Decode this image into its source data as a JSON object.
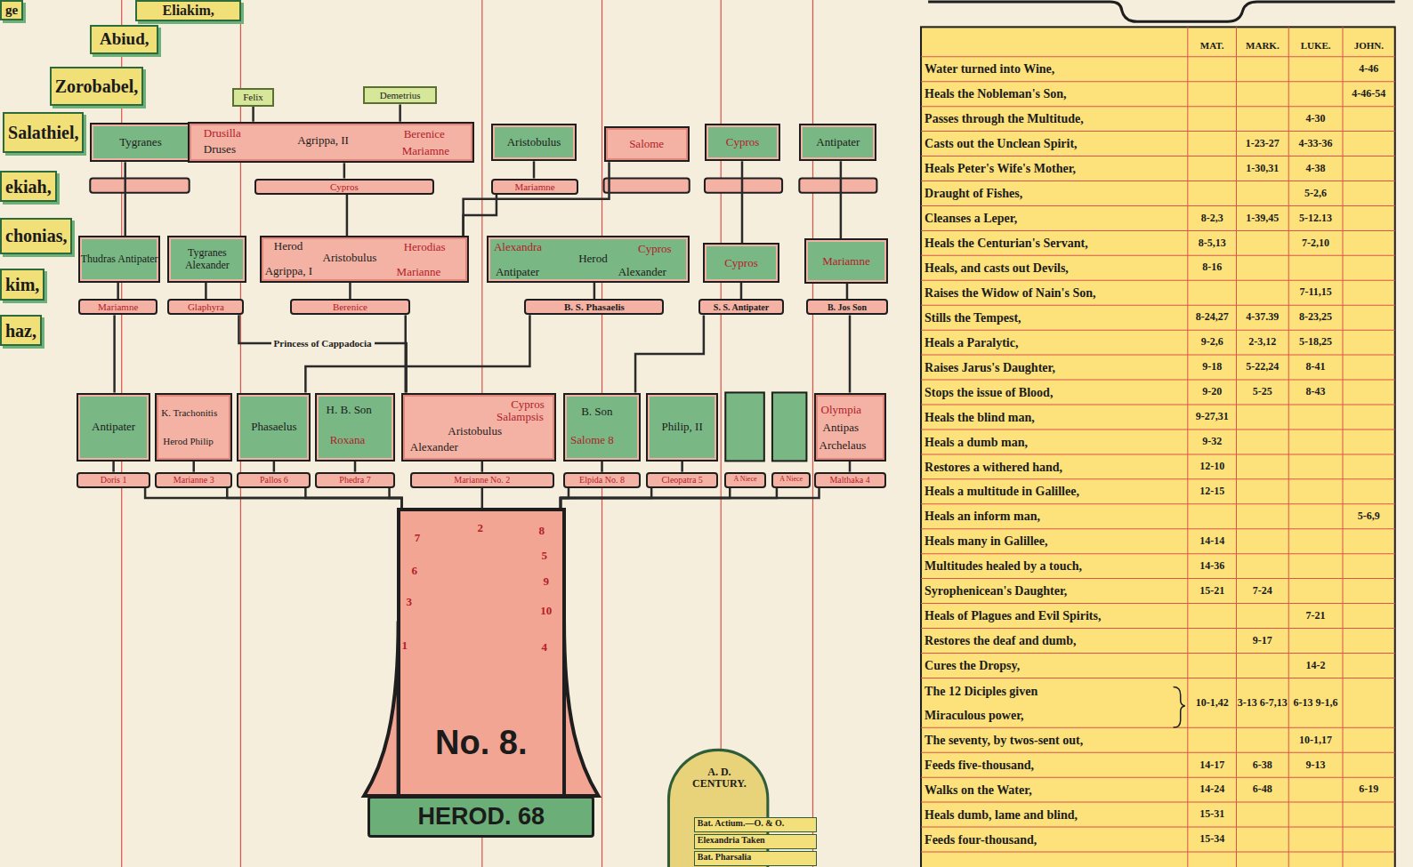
{
  "diagram": {
    "nodes": [
      {
        "text": [
          "ge"
        ]
      },
      {
        "text": [
          "Eliakim,"
        ]
      },
      {
        "text": [
          "Abiud,"
        ]
      },
      {
        "text": [
          "Zorobabel,"
        ]
      },
      {
        "text": [
          "Salathiel,"
        ]
      },
      {
        "text": [
          "ekiah,"
        ]
      },
      {
        "text": [
          "chonias,"
        ]
      },
      {
        "text": [
          "kim,"
        ]
      },
      {
        "text": [
          "haz,"
        ]
      },
      {
        "text": [
          "Felix"
        ]
      },
      {
        "text": [
          "Demetrius"
        ]
      },
      {
        "text": [
          "Tygranes"
        ]
      },
      {
        "text": [
          "Drusilla",
          "Druses",
          "Agrippa, II",
          "Berenice",
          "Mariamne"
        ]
      },
      {
        "text": [
          "Aristobulus"
        ]
      },
      {
        "text": [
          "Salome"
        ]
      },
      {
        "text": [
          "Cypros"
        ]
      },
      {
        "text": [
          "Antipater"
        ]
      },
      {
        "text": [
          "Cypros"
        ]
      },
      {
        "text": [
          "Mariamne"
        ]
      },
      {
        "text": [
          "Thudras Antipater"
        ]
      },
      {
        "text": [
          "Tygranes Alexander"
        ]
      },
      {
        "text": [
          "Herod",
          "Aristobulus",
          "Herodias",
          "Agrippa, I",
          "Marianne"
        ]
      },
      {
        "text": [
          "Alexandra",
          "Herod",
          "Cypros",
          "Antipater",
          "Alexander"
        ]
      },
      {
        "text": [
          "Cypros"
        ]
      },
      {
        "text": [
          "Mariamne"
        ]
      },
      {
        "text": [
          "Mariamne"
        ]
      },
      {
        "text": [
          "Glaphyra"
        ]
      },
      {
        "text": [
          "Berenice"
        ]
      },
      {
        "text": [
          "B. S. Phasaelis"
        ]
      },
      {
        "text": [
          "S. S. Antipater"
        ]
      },
      {
        "text": [
          "B. Jos Son"
        ]
      },
      {
        "text": [
          "Antipater"
        ]
      },
      {
        "text": [
          "K. Trachonitis",
          "Herod Philip"
        ]
      },
      {
        "text": [
          "Phasaelus"
        ]
      },
      {
        "text": [
          "H. B. Son",
          "Roxana"
        ]
      },
      {
        "text": [
          "Cypros",
          "Salampsis",
          "Aristobulus",
          "Alexander"
        ]
      },
      {
        "text": [
          "B. Son",
          "Salome 8"
        ]
      },
      {
        "text": [
          "Philip, II"
        ]
      },
      {
        "text": [
          "Olympia",
          "Antipas",
          "Archelaus"
        ]
      },
      {
        "text": [
          "Doris 1"
        ]
      },
      {
        "text": [
          "Marianne 3"
        ]
      },
      {
        "text": [
          "Pallos 6"
        ]
      },
      {
        "text": [
          "Phedra 7"
        ]
      },
      {
        "text": [
          "Marianne No. 2"
        ]
      },
      {
        "text": [
          "Elpida No. 8"
        ]
      },
      {
        "text": [
          "Cleopatra 5"
        ]
      },
      {
        "text": [
          "A Niece"
        ]
      },
      {
        "text": [
          "A Niece"
        ]
      },
      {
        "text": [
          "Malthaka 4"
        ]
      },
      {
        "text": [
          "No. 8."
        ]
      },
      {
        "text": [
          "HEROD. 68"
        ]
      },
      {
        "text": [
          "A. D. CENTURY."
        ]
      },
      {
        "text": [
          "Bat. Actium.—O. & O."
        ],
        "in": 51
      },
      {
        "text": [
          "Elexandria Taken"
        ],
        "in": 51
      },
      {
        "text": [
          "Bat. Pharsalia"
        ],
        "in": 51
      }
    ],
    "edges": [
      {
        "from": 49,
        "to": 39,
        "arrow": "none"
      },
      {
        "from": 49,
        "to": 40,
        "arrow": "none"
      },
      {
        "from": 49,
        "to": 41,
        "arrow": "none"
      },
      {
        "from": 49,
        "to": 42,
        "arrow": "none"
      },
      {
        "from": 49,
        "to": 43,
        "arrow": "none"
      },
      {
        "from": 49,
        "to": 44,
        "arrow": "none"
      },
      {
        "from": 49,
        "to": 45,
        "arrow": "none"
      },
      {
        "from": 49,
        "to": 46,
        "arrow": "none"
      },
      {
        "from": 49,
        "to": 47,
        "arrow": "none"
      },
      {
        "from": 49,
        "to": 48,
        "arrow": "none"
      },
      {
        "from": 39,
        "to": 31,
        "arrow": "none"
      },
      {
        "from": 40,
        "to": 32,
        "arrow": "none"
      },
      {
        "from": 41,
        "to": 33,
        "arrow": "none"
      },
      {
        "from": 42,
        "to": 34,
        "arrow": "none"
      },
      {
        "from": 43,
        "to": 35,
        "arrow": "none"
      },
      {
        "from": 44,
        "to": 36,
        "arrow": "none"
      },
      {
        "from": 45,
        "to": 37,
        "arrow": "none"
      },
      {
        "from": 48,
        "to": 38,
        "arrow": "none"
      },
      {
        "from": 31,
        "to": 25,
        "arrow": "none"
      },
      {
        "from": 35,
        "to": 26,
        "arrow": "none",
        "label": "Princess of Cappadocia"
      },
      {
        "from": 35,
        "to": 27,
        "arrow": "none"
      },
      {
        "from": 33,
        "to": 28,
        "arrow": "none"
      },
      {
        "from": 36,
        "to": 29,
        "arrow": "none"
      },
      {
        "from": 38,
        "to": 30,
        "arrow": "none"
      },
      {
        "from": 25,
        "to": 19,
        "arrow": "none"
      },
      {
        "from": 26,
        "to": 20,
        "arrow": "none"
      },
      {
        "from": 27,
        "to": 21,
        "arrow": "none"
      },
      {
        "from": 28,
        "to": 22,
        "arrow": "none"
      },
      {
        "from": 29,
        "to": 23,
        "arrow": "none"
      },
      {
        "from": 30,
        "to": 24,
        "arrow": "none"
      },
      {
        "from": 21,
        "to": 17,
        "arrow": "none"
      },
      {
        "from": 21,
        "to": 18,
        "arrow": "none"
      },
      {
        "from": 21,
        "to": 14,
        "arrow": "none"
      },
      {
        "from": 19,
        "to": 11,
        "arrow": "none"
      },
      {
        "from": 23,
        "to": 15,
        "arrow": "none"
      },
      {
        "from": 24,
        "to": 16,
        "arrow": "none"
      },
      {
        "from": 17,
        "to": 12,
        "arrow": "none"
      },
      {
        "from": 18,
        "to": 13,
        "arrow": "none"
      },
      {
        "from": 9,
        "to": 12,
        "arrow": "none"
      },
      {
        "from": 10,
        "to": 12,
        "arrow": "none"
      }
    ],
    "labels": [
      "7",
      "2",
      "8",
      "6",
      "5",
      "3",
      "9",
      "10",
      "1",
      "4",
      "MAT.",
      "MARK.",
      "LUKE.",
      "JOHN.",
      "Water turned into Wine,",
      "4-46",
      "Heals the Nobleman's Son,",
      "4-46-54",
      "Passes through the Multitude,",
      "4-30",
      "Casts out the Unclean Spirit,",
      "1-23-27",
      "4-33-36",
      "Heals Peter's Wife's Mother,",
      "1-30,31",
      "4-38",
      "Draught of Fishes,",
      "5-2,6",
      "Cleanses a Leper,",
      "8-2,3",
      "1-39,45",
      "5-12.13",
      "Heals the Centurian's Servant,",
      "8-5,13",
      "7-2,10",
      "Heals, and casts out Devils,",
      "8-16",
      "Raises the Widow of Nain's Son,",
      "7-11,15",
      "Stills the Tempest,",
      "8-24,27",
      "4-37.39",
      "8-23,25",
      "Heals a Paralytic,",
      "9-2,6",
      "2-3,12",
      "5-18,25",
      "Raises Jarus's Daughter,",
      "9-18",
      "5-22,24",
      "8-41",
      "Stops the issue of Blood,",
      "9-20",
      "5-25",
      "8-43",
      "Heals the blind man,",
      "9-27,31",
      "Heals a dumb man,",
      "9-32",
      "Restores a withered hand,",
      "12-10",
      "Heals a multitude in Galillee,",
      "12-15",
      "Heals an inform man,",
      "5-6,9",
      "Heals many in Galillee,",
      "14-14",
      "Multitudes healed by a touch,",
      "14-36",
      "Syrophenicean's Daughter,",
      "15-21",
      "7-24",
      "Heals of Plagues and Evil Spirits,",
      "7-21",
      "Restores the deaf and dumb,",
      "9-17",
      "Cures the Dropsy,",
      "14-2",
      "The 12 Diciples given Miraculous power,",
      "10-1,42",
      "3-13 6-7,13",
      "6-13 9-1,6",
      "The seventy, by twos-sent out,",
      "10-1,17",
      "Feeds five-thousand,",
      "14-17",
      "6-38",
      "9-13",
      "Walks on the Water,",
      "14-24",
      "6-48",
      "6-19",
      "Heals dumb, lame and blind,",
      "15-31",
      "Feeds four-thousand,",
      "15-34"
    ]
  }
}
